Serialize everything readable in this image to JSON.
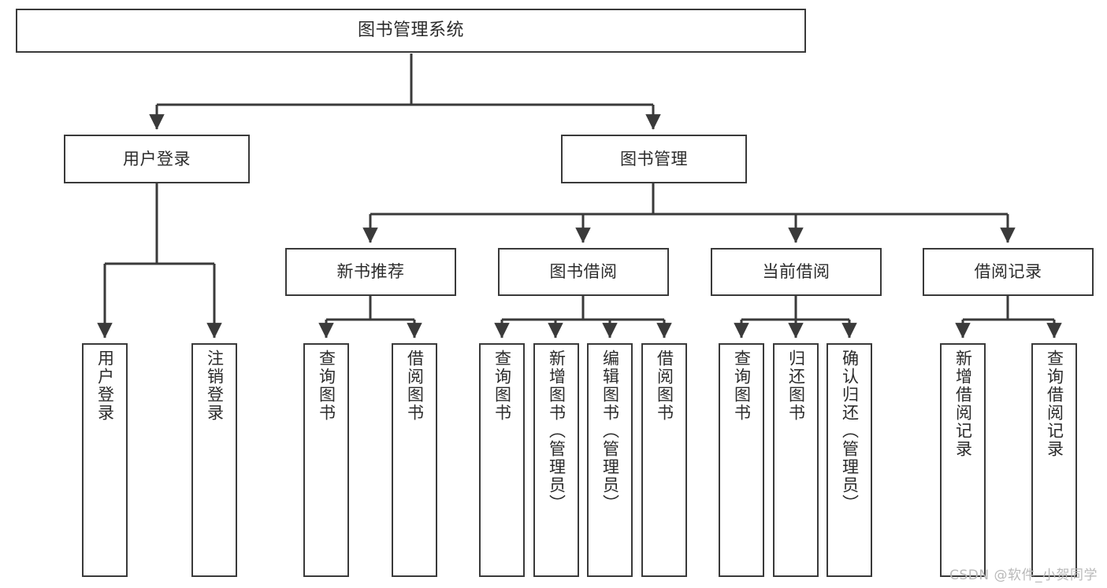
{
  "diagram": {
    "title": "图书管理系统",
    "type": "tree",
    "orientation": "top-down",
    "colors": {
      "box_border": "#3a3a3a",
      "box_fill": "#ffffff",
      "edge": "#3a3a3a",
      "text": "#2b2b2b",
      "watermark": "#b9b9b9",
      "background": "#ffffff"
    },
    "nodes": {
      "root": {
        "label": "图书管理系统"
      },
      "level2": [
        {
          "id": "user-login",
          "label": "用户登录"
        },
        {
          "id": "book-manage",
          "label": "图书管理"
        }
      ],
      "level3": [
        {
          "id": "new-book-recommend",
          "label": "新书推荐"
        },
        {
          "id": "book-borrow",
          "label": "图书借阅"
        },
        {
          "id": "current-borrow",
          "label": "当前借阅"
        },
        {
          "id": "borrow-record",
          "label": "借阅记录"
        }
      ],
      "leaves": {
        "user-login": [
          {
            "id": "leaf-user-login",
            "label": "用户登录"
          },
          {
            "id": "leaf-user-logout",
            "label": "注销登录"
          }
        ],
        "new-book-recommend": [
          {
            "id": "leaf-query-book-1",
            "label": "查询图书"
          },
          {
            "id": "leaf-borrow-book-1",
            "label": "借阅图书"
          }
        ],
        "book-borrow": [
          {
            "id": "leaf-query-book-2",
            "label": "查询图书"
          },
          {
            "id": "leaf-add-book",
            "label": "新增图书（管理员）"
          },
          {
            "id": "leaf-edit-book",
            "label": "编辑图书（管理员）"
          },
          {
            "id": "leaf-borrow-book-2",
            "label": "借阅图书"
          }
        ],
        "current-borrow": [
          {
            "id": "leaf-query-book-3",
            "label": "查询图书"
          },
          {
            "id": "leaf-return-book",
            "label": "归还图书"
          },
          {
            "id": "leaf-confirm-return",
            "label": "确认归还（管理员）"
          }
        ],
        "borrow-record": [
          {
            "id": "leaf-add-record",
            "label": "新增借阅记录"
          },
          {
            "id": "leaf-query-record",
            "label": "查询借阅记录"
          }
        ]
      }
    },
    "watermark": "CSDN @软件_小贺同学"
  }
}
